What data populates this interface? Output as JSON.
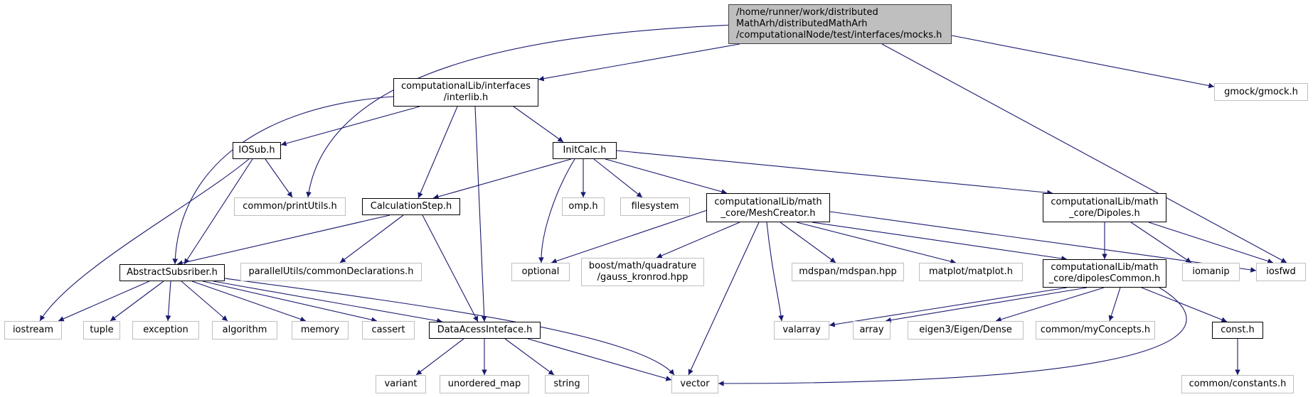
{
  "graph": {
    "edge_color": "#191970",
    "root_fill": "#bfbfbf",
    "local_border": "#000000",
    "system_border": "#bfbfbf",
    "nodes": {
      "mocks": "/home/runner/work/distributed\nMathArh/distributedMathArh\n/computationalNode/test/interfaces/mocks.h",
      "interlib": "computationalLib/interfaces\n/interlib.h",
      "gmock": "gmock/gmock.h",
      "iosub": "IOSub.h",
      "initcalc": "InitCalc.h",
      "printutils": "common/printUtils.h",
      "calcstep": "CalculationStep.h",
      "omp": "omp.h",
      "filesystem": "filesystem",
      "meshcreator": "computationalLib/math\n_core/MeshCreator.h",
      "dipoles": "computationalLib/math\n_core/Dipoles.h",
      "abstractsub": "AbstractSubsriber.h",
      "parallelutils": "parallelUtils/commonDeclarations.h",
      "optional": "optional",
      "boostquad": "boost/math/quadrature\n/gauss_kronrod.hpp",
      "mdspan": "mdspan/mdspan.hpp",
      "matplot": "matplot/matplot.h",
      "dipolescommon": "computationalLib/math\n_core/dipolesCommon.h",
      "iomanip": "iomanip",
      "iosfwd": "iosfwd",
      "iostream": "iostream",
      "tuple": "tuple",
      "exception": "exception",
      "algorithm": "algorithm",
      "memory": "memory",
      "cassert": "cassert",
      "dataaccess": "DataAcessInteface.h",
      "valarray": "valarray",
      "array": "array",
      "eigen": "eigen3/Eigen/Dense",
      "myconcepts": "common/myConcepts.h",
      "const": "const.h",
      "variant": "variant",
      "unordered_map": "unordered_map",
      "string": "string",
      "vector": "vector",
      "constants": "common/constants.h"
    }
  }
}
